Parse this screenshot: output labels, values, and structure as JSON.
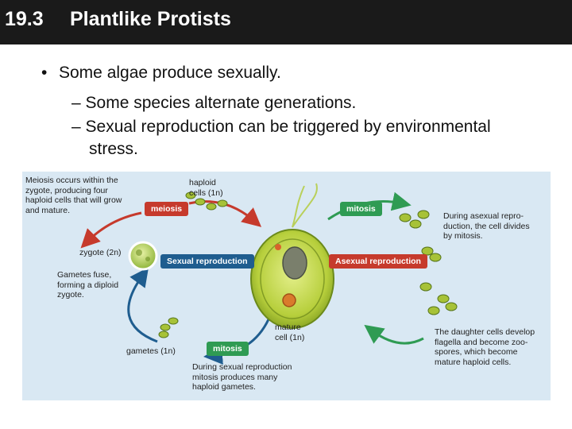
{
  "header": {
    "number": "19.3",
    "title": "Plantlike Protists"
  },
  "bullets": {
    "main": "Some algae produce sexually.",
    "sub1": "– Some species alternate generations.",
    "sub2_line1": "– Sexual reproduction can be triggered by environmental",
    "sub2_line2": "stress."
  },
  "diagram": {
    "meiosis_note": [
      "Meiosis occurs within the",
      "zygote, producing four",
      "haploid cells that will grow",
      "and mature."
    ],
    "haploid_cells": [
      "haploid",
      "cells (1n)"
    ],
    "meiosis": "meiosis",
    "mitosis_top": "mitosis",
    "asexual_note": [
      "During asexual repro-",
      "duction, the cell divides",
      "by mitosis."
    ],
    "zygote": "zygote (2n)",
    "sexual_reproduction": "Sexual reproduction",
    "asexual_reproduction": "Asexual reproduction",
    "gametes_fuse": [
      "Gametes fuse,",
      "forming a diploid",
      "zygote."
    ],
    "mature_cell": [
      "mature",
      "cell (1n)"
    ],
    "gametes": "gametes (1n)",
    "mitosis_bottom": "mitosis",
    "daughter_note": [
      "The daughter cells develop",
      "flagella and become zoo-",
      "spores, which become",
      "mature haploid cells."
    ],
    "sexual_mitosis_note": [
      "During sexual reproduction",
      "mitosis produces many",
      "haploid gametes."
    ],
    "colors": {
      "red_tag": "#c63a2c",
      "green_tag": "#2f9b53",
      "blue_tag": "#1f5d8f",
      "background": "#d9e8f3"
    }
  }
}
